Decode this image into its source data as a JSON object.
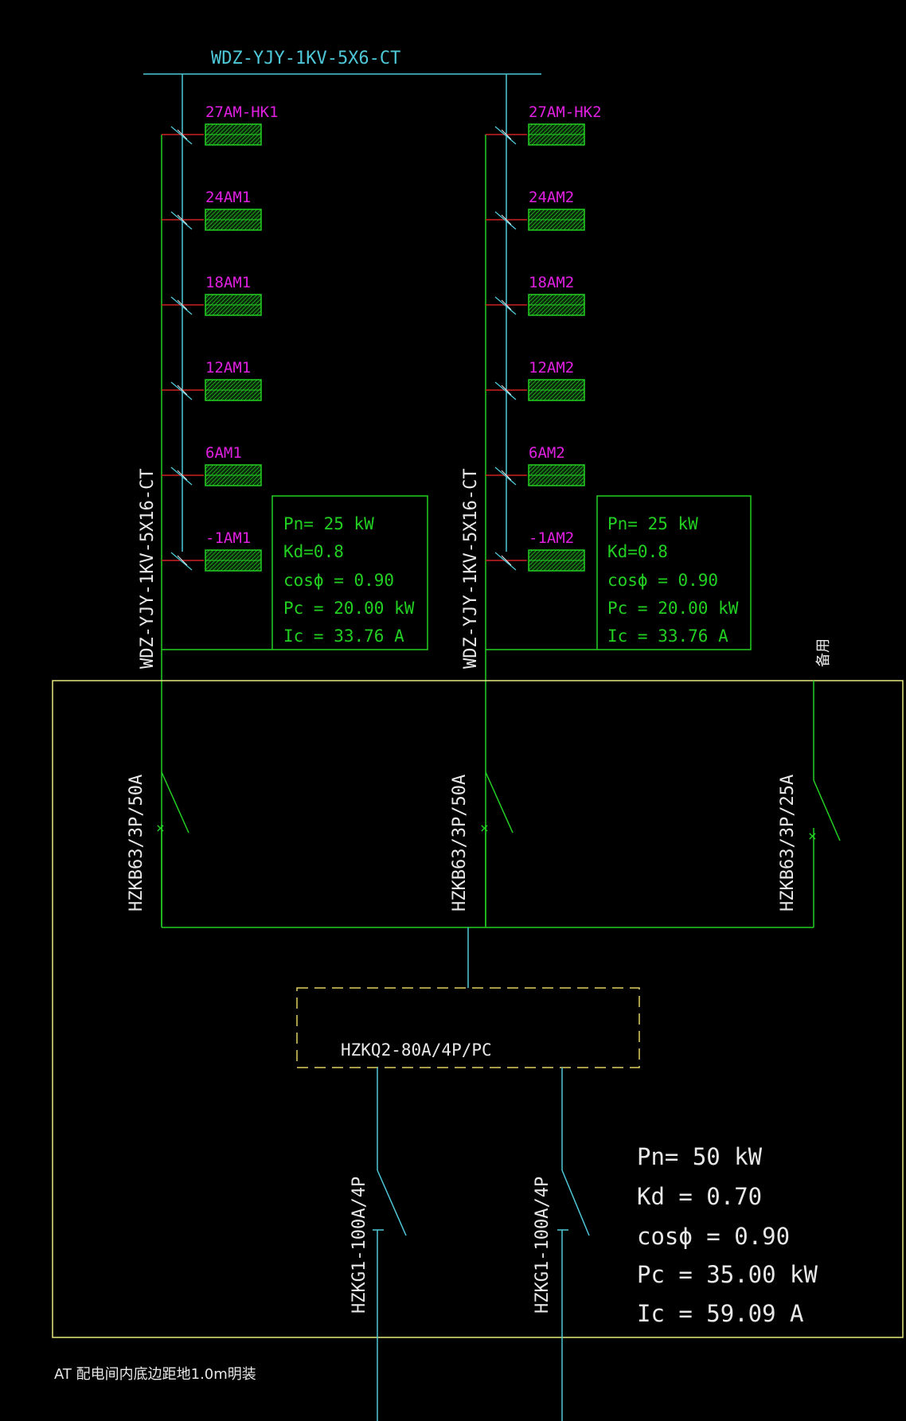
{
  "colors": {
    "background": "#000000",
    "cyan": "#4ec8d8",
    "green": "#22d022",
    "magenta": "#e020e0",
    "yellow": "#e8e880",
    "red": "#cc2020",
    "white": "#e8e8e8",
    "dashed_box": "#e0d060"
  },
  "top_cable": "WDZ-YJY-1KV-5X6-CT",
  "riser_cable_left": "WDZ-YJY-1KV-5X16-CT",
  "riser_cable_right": "WDZ-YJY-1KV-5X16-CT",
  "left_loads": [
    "27AM-HK1",
    "24AM1",
    "18AM1",
    "12AM1",
    "6AM1",
    "-1AM1"
  ],
  "right_loads": [
    "27AM-HK2",
    "24AM2",
    "18AM2",
    "12AM2",
    "6AM2",
    "-1AM2"
  ],
  "left_calc": [
    "Pn= 25  kW",
    "Kd=0.8",
    "cosϕ = 0.90",
    "Pc = 20.00  kW",
    "Ic = 33.76  A"
  ],
  "right_calc": [
    "Pn= 25  kW",
    "Kd=0.8",
    "cosϕ = 0.90",
    "Pc = 20.00  kW",
    "Ic = 33.76  A"
  ],
  "spare_label": "备用",
  "breakers": [
    "HZKB63/3P/50A",
    "HZKB63/3P/50A",
    "HZKB63/3P/25A"
  ],
  "ats_label": "HZKQ2-80A/4P/PC",
  "incomers": [
    "HZKG1-100A/4P",
    "HZKG1-100A/4P"
  ],
  "main_calc": [
    "Pn= 50  kW",
    "Kd = 0.70",
    "cosϕ = 0.90",
    "Pc = 35.00  kW",
    "Ic = 59.09  A"
  ],
  "install_note": "AT 配电间内底边距地1.0m明装"
}
